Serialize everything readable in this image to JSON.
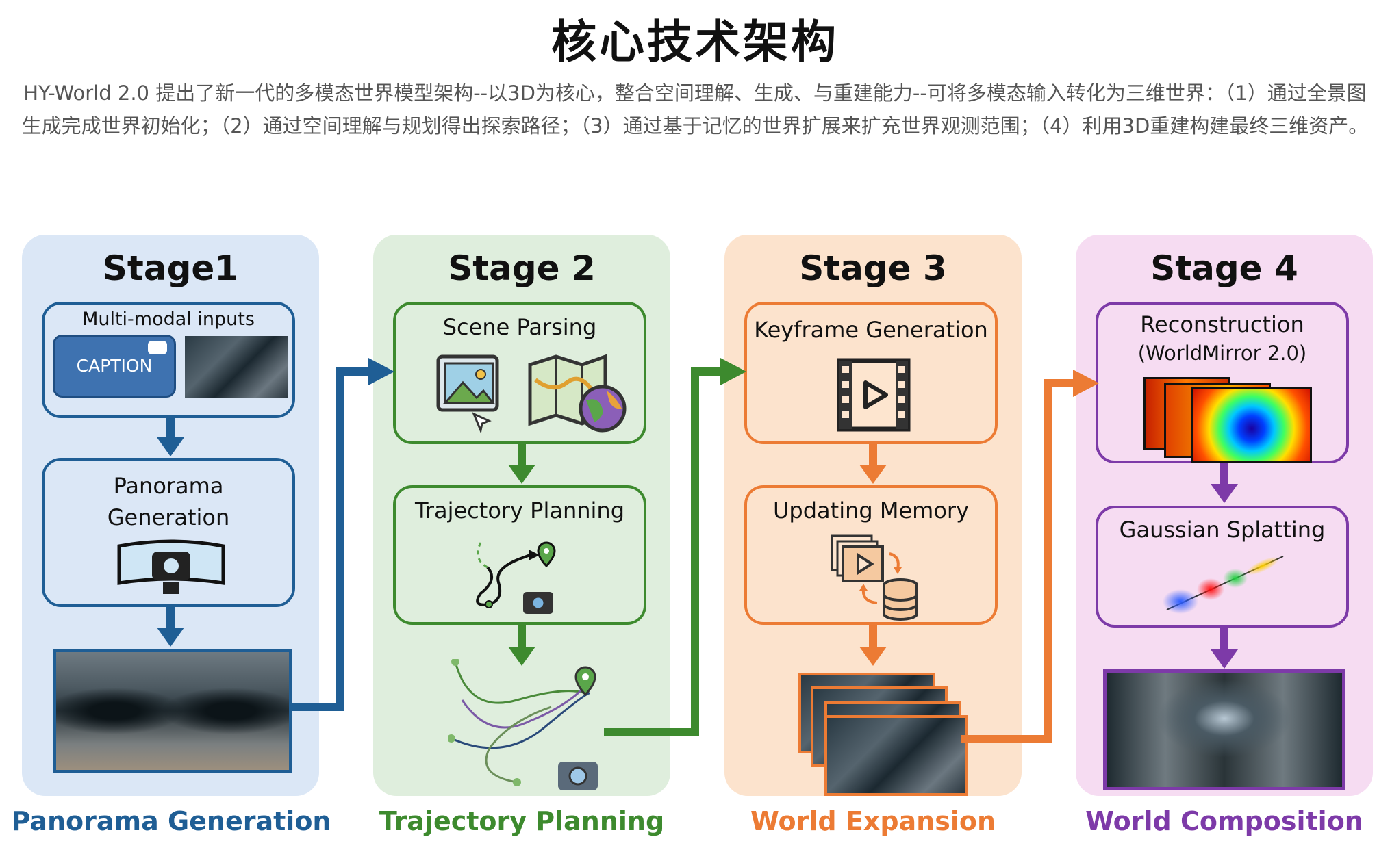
{
  "header": {
    "title": "核心技术架构",
    "intro": "HY-World 2.0 提出了新一代的多模态世界模型架构--以3D为核心，整合空间理解、生成、与重建能力--可将多模态输入转化为三维世界：（1）通过全景图生成完成世界初始化；（2）通过空间理解与规划得出探索路径；（3）通过基于记忆的世界扩展来扩充世界观测范围；（4）利用3D重建构建最终三维资产。"
  },
  "colors": {
    "stage1": "#1f5e95",
    "stage2": "#3d8a2e",
    "stage3": "#ec7b34",
    "stage4": "#7d3aa8"
  },
  "stages": [
    {
      "title": "Stage1",
      "boxes": [
        "Multi-modal inputs",
        "Panorama Generation"
      ],
      "caption": "CAPTION",
      "bottom_label": "Panorama Generation"
    },
    {
      "title": "Stage 2",
      "boxes": [
        "Scene Parsing",
        "Trajectory Planning"
      ],
      "bottom_label": "Trajectory Planning"
    },
    {
      "title": "Stage 3",
      "boxes": [
        "Keyframe Generation",
        "Updating Memory"
      ],
      "bottom_label": "World Expansion"
    },
    {
      "title": "Stage 4",
      "boxes": [
        "Reconstruction",
        "(WorldMirror 2.0)",
        "Gaussian Splatting"
      ],
      "bottom_label": "World Composition"
    }
  ],
  "icons": [
    "chat-bubble-icon",
    "camera-panorama-icon",
    "image-cursor-icon",
    "map-globe-icon",
    "trajectory-pin-icon",
    "camera-icon",
    "film-play-icon",
    "memory-database-icon",
    "gaussian-splat-icon"
  ]
}
